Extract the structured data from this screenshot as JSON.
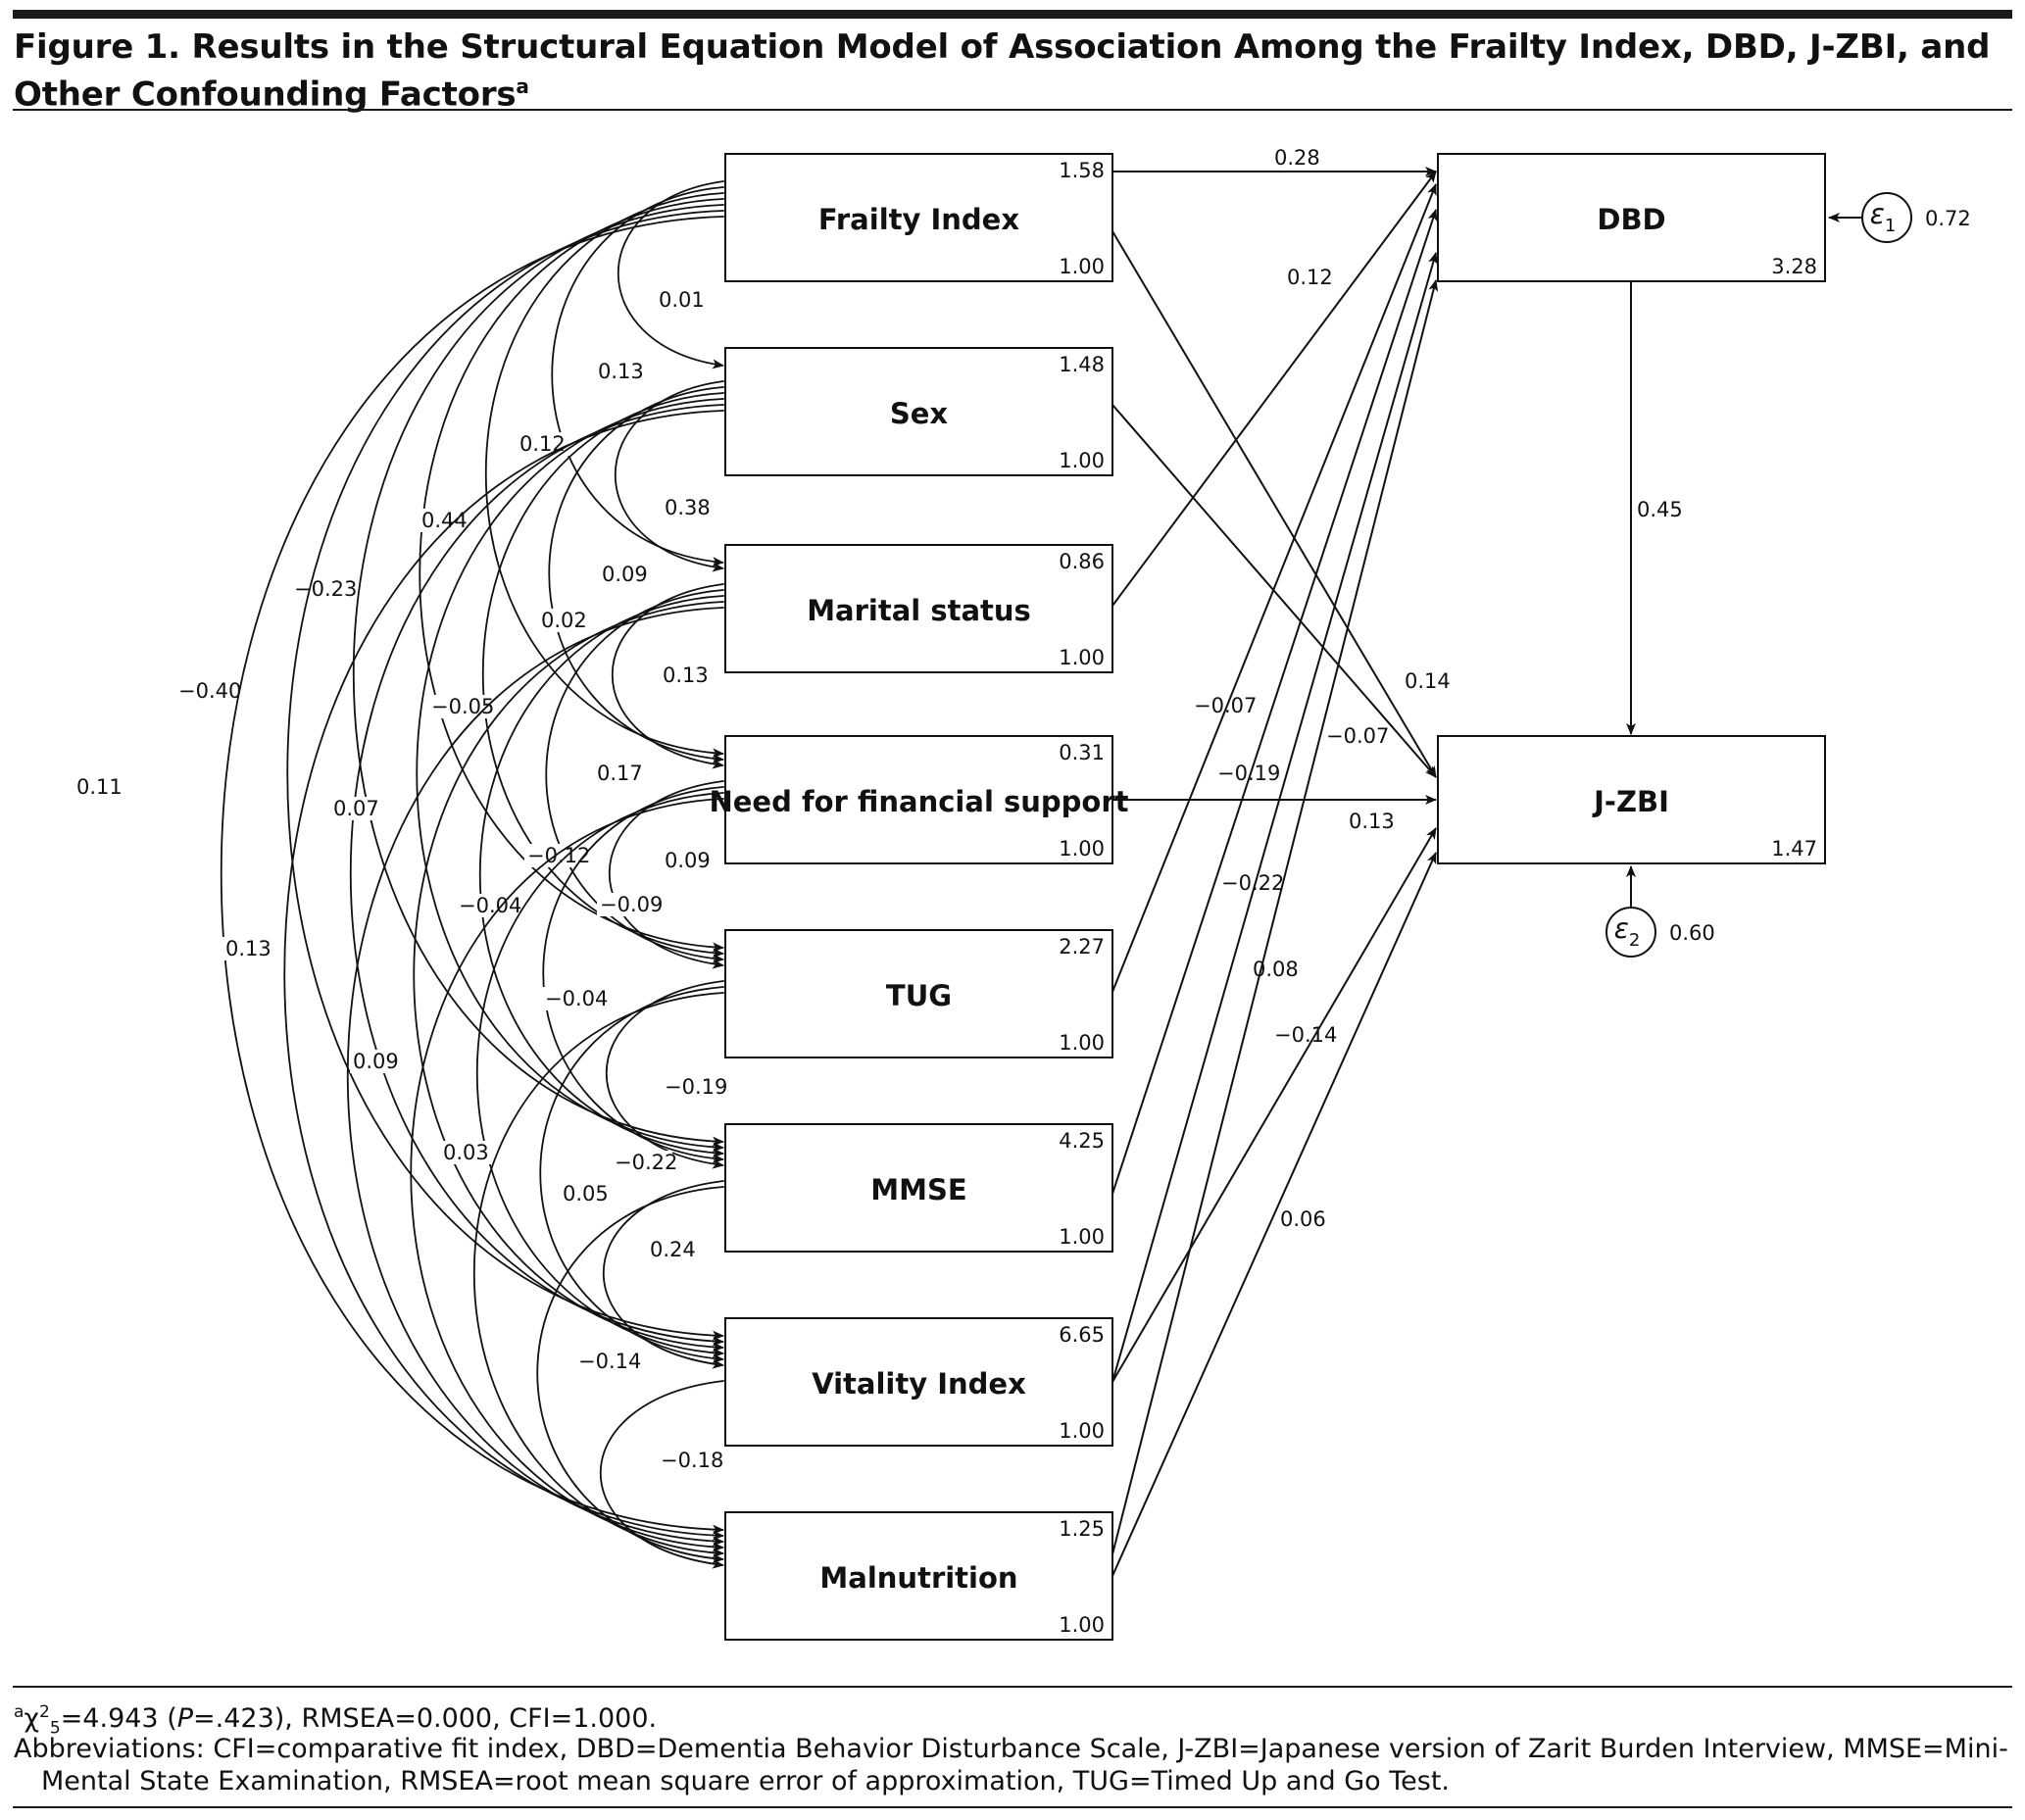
{
  "title": {
    "text": "Figure 1. Results in the Structural Equation Model of Association Among the Frailty Index, DBD, J-ZBI, and Other Confounding Factors",
    "superscript": "a"
  },
  "nodes": [
    {
      "id": "frailty",
      "label": "Frailty Index",
      "mean": "1.58",
      "variance": "1.00"
    },
    {
      "id": "sex",
      "label": "Sex",
      "mean": "1.48",
      "variance": "1.00"
    },
    {
      "id": "marital",
      "label": "Marital status",
      "mean": "0.86",
      "variance": "1.00"
    },
    {
      "id": "financial",
      "label": "Need for financial support",
      "mean": "0.31",
      "variance": "1.00"
    },
    {
      "id": "tug",
      "label": "TUG",
      "mean": "2.27",
      "variance": "1.00"
    },
    {
      "id": "mmse",
      "label": "MMSE",
      "mean": "4.25",
      "variance": "1.00"
    },
    {
      "id": "vitality",
      "label": "Vitality Index",
      "mean": "6.65",
      "variance": "1.00"
    },
    {
      "id": "malnutrition",
      "label": "Malnutrition",
      "mean": "1.25",
      "variance": "1.00"
    }
  ],
  "outcomes": [
    {
      "id": "dbd",
      "label": "DBD",
      "intercept": "3.28"
    },
    {
      "id": "jzbi",
      "label": "J-ZBI",
      "intercept": "1.47"
    }
  ],
  "errors": [
    {
      "id": "e1",
      "symbol": "ε",
      "subscript": "1",
      "value": "0.72"
    },
    {
      "id": "e2",
      "symbol": "ε",
      "subscript": "2",
      "value": "0.60"
    }
  ],
  "paths": [
    {
      "from": "frailty",
      "to": "dbd",
      "coef": "0.28"
    },
    {
      "from": "frailty",
      "to": "jzbi",
      "coef": "0.14"
    },
    {
      "from": "sex",
      "to": "jzbi",
      "coef": "−0.07"
    },
    {
      "from": "marital",
      "to": "dbd",
      "coef": "0.12"
    },
    {
      "from": "financial",
      "to": "jzbi",
      "coef": "0.13"
    },
    {
      "from": "tug",
      "to": "dbd",
      "coef": "−0.07"
    },
    {
      "from": "mmse",
      "to": "dbd",
      "coef": "−0.19"
    },
    {
      "from": "vitality",
      "to": "dbd",
      "coef": "−0.22"
    },
    {
      "from": "vitality",
      "to": "jzbi",
      "coef": "−0.14"
    },
    {
      "from": "malnutrition",
      "to": "dbd",
      "coef": "0.08"
    },
    {
      "from": "malnutrition",
      "to": "jzbi",
      "coef": "0.06"
    },
    {
      "from": "dbd",
      "to": "jzbi",
      "coef": "0.45"
    }
  ],
  "covariances": [
    {
      "a": "frailty",
      "b": "sex",
      "value": "0.01"
    },
    {
      "a": "frailty",
      "b": "marital",
      "value": "0.13"
    },
    {
      "a": "frailty",
      "b": "financial",
      "value": "0.12"
    },
    {
      "a": "frailty",
      "b": "tug",
      "value": "0.44"
    },
    {
      "a": "frailty",
      "b": "mmse",
      "value": "−0.23"
    },
    {
      "a": "frailty",
      "b": "vitality",
      "value": "−0.40"
    },
    {
      "a": "frailty",
      "b": "malnutrition",
      "value": "0.11"
    },
    {
      "a": "sex",
      "b": "marital",
      "value": "0.38"
    },
    {
      "a": "sex",
      "b": "financial",
      "value": "0.09"
    },
    {
      "a": "sex",
      "b": "tug",
      "value": "0.02"
    },
    {
      "a": "sex",
      "b": "mmse",
      "value": "−0.05"
    },
    {
      "a": "sex",
      "b": "vitality",
      "value": "0.07"
    },
    {
      "a": "sex",
      "b": "malnutrition",
      "value": "0.13"
    },
    {
      "a": "marital",
      "b": "financial",
      "value": "0.13"
    },
    {
      "a": "marital",
      "b": "tug",
      "value": "0.17"
    },
    {
      "a": "marital",
      "b": "mmse",
      "value": "−0.12"
    },
    {
      "a": "marital",
      "b": "vitality",
      "value": "−0.04"
    },
    {
      "a": "marital",
      "b": "malnutrition",
      "value": "0.09"
    },
    {
      "a": "financial",
      "b": "tug",
      "value": "0.09"
    },
    {
      "a": "financial",
      "b": "mmse",
      "value": "−0.09"
    },
    {
      "a": "financial",
      "b": "vitality",
      "value": "−0.04"
    },
    {
      "a": "financial",
      "b": "malnutrition",
      "value": "0.03"
    },
    {
      "a": "tug",
      "b": "mmse",
      "value": "−0.19"
    },
    {
      "a": "tug",
      "b": "vitality",
      "value": "−0.22"
    },
    {
      "a": "tug",
      "b": "malnutrition",
      "value": "0.05"
    },
    {
      "a": "mmse",
      "b": "vitality",
      "value": "0.24"
    },
    {
      "a": "mmse",
      "b": "malnutrition",
      "value": "−0.14"
    },
    {
      "a": "vitality",
      "b": "malnutrition",
      "value": "−0.18"
    }
  ],
  "footnote": {
    "marker": "a",
    "chi": "χ",
    "chi_sup": "2",
    "chi_sub": "5",
    "rest": "=4.943 (",
    "p_label": "P",
    "rest2": "=.423), RMSEA=0.000, CFI=1.000."
  },
  "abbreviations": "Abbreviations: CFI=comparative fit index, DBD=Dementia Behavior Disturbance Scale, J-ZBI=Japanese version of Zarit Burden Interview, MMSE=Mini-Mental State Examination, RMSEA=root mean square error of approximation, TUG=Timed Up and Go Test."
}
